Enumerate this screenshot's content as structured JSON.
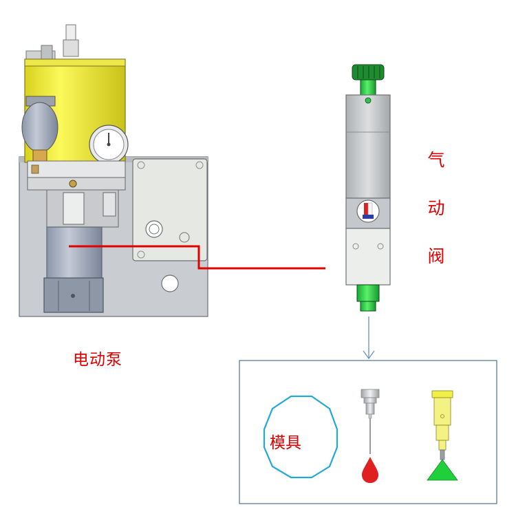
{
  "labels": {
    "pump": "电动泵",
    "valve_1": "气",
    "valve_2": "动",
    "valve_3": "阀",
    "mold": "模具"
  },
  "colors": {
    "reservoir": "#f2ef3a",
    "pipe": "#e00000",
    "label_text": "#e00000",
    "frame": "#5a7a95",
    "octagon": "#22a8d8",
    "arrow": "#6a8fb8",
    "green_fitting": "#2fd24a",
    "valve_body": "#e4e6e3",
    "drop": "#e02020"
  },
  "icons": [
    "electric-pump-icon",
    "pneumatic-valve-icon",
    "needle-nozzle-icon",
    "cone-nozzle-icon",
    "pressure-gauge-icon"
  ]
}
